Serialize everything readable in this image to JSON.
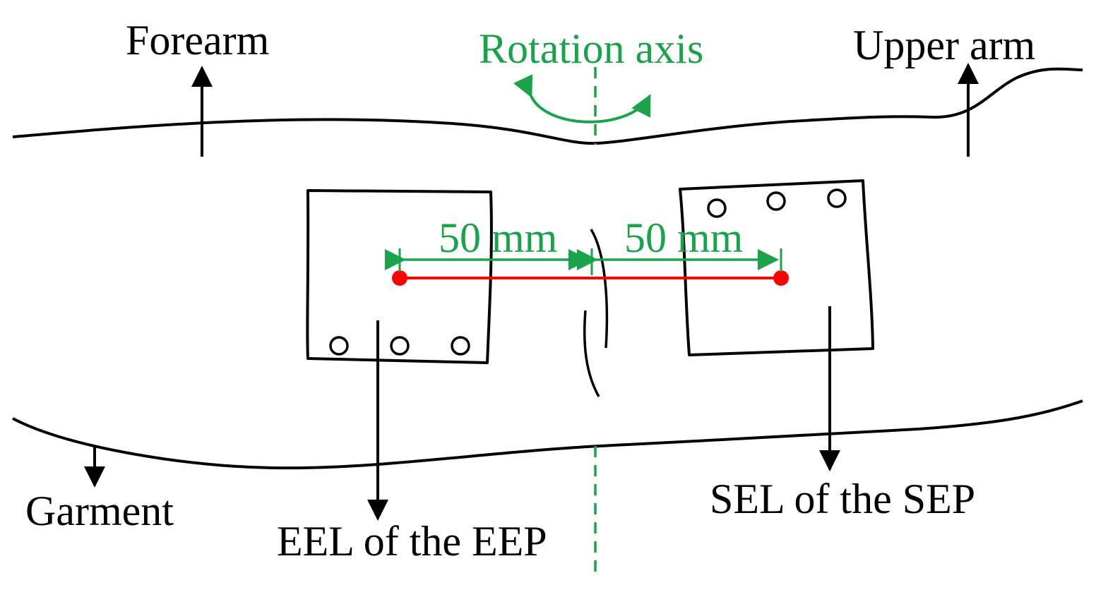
{
  "labels": {
    "forearm": "Forearm",
    "rotation_axis": "Rotation axis",
    "upper_arm": "Upper arm",
    "garment": "Garment",
    "eel": "EEL of the EEP",
    "sel": "SEL of the SEP",
    "distance_left": "50 mm",
    "distance_right": "50 mm"
  },
  "colors": {
    "ink": "#000000",
    "axis": "#1aa34a",
    "electrode_line": "#ff0000"
  },
  "icons": {
    "electrode_contact": "circle-outline",
    "electrode_center": "red-dot"
  }
}
